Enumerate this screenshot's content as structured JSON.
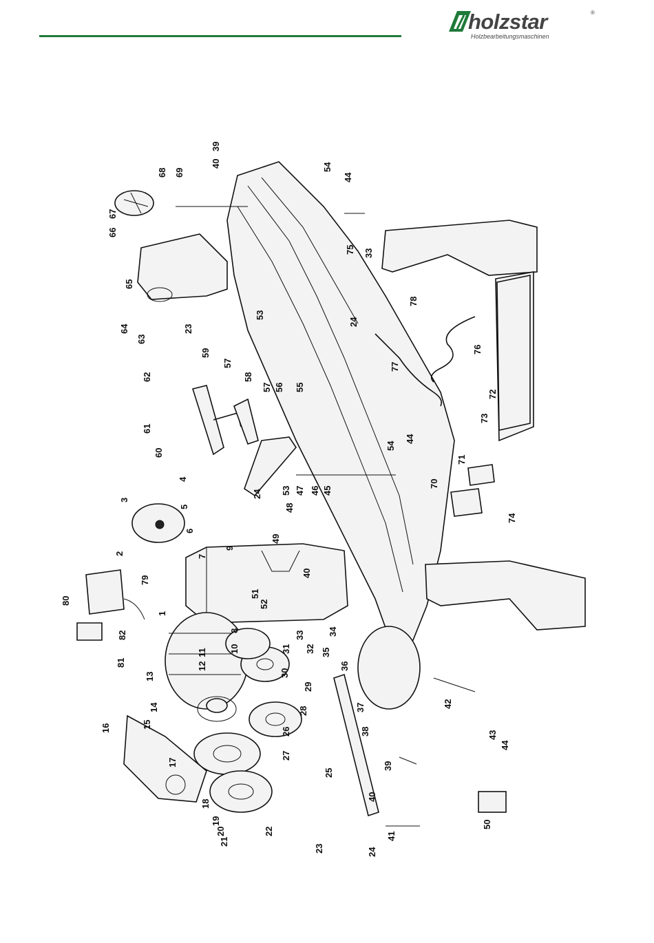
{
  "header": {
    "brand": "holzstar",
    "tagline": "Holzbearbeitungsmaschinen",
    "registered": "®",
    "accent_color": "#1f7a3a"
  },
  "diagram": {
    "description_icon": "exploded-parts-diagram",
    "labels": [
      "1",
      "2",
      "3",
      "4",
      "5",
      "6",
      "7",
      "8",
      "9",
      "10",
      "11",
      "12",
      "13",
      "14",
      "15",
      "16",
      "17",
      "18",
      "19",
      "20",
      "21",
      "22",
      "23",
      "23",
      "24",
      "24",
      "24",
      "25",
      "26",
      "27",
      "28",
      "29",
      "30",
      "31",
      "32",
      "33",
      "33",
      "34",
      "35",
      "36",
      "37",
      "38",
      "39",
      "39",
      "40",
      "40",
      "40",
      "41",
      "42",
      "43",
      "44",
      "44",
      "44",
      "45",
      "46",
      "47",
      "48",
      "49",
      "50",
      "51",
      "52",
      "53",
      "53",
      "54",
      "54",
      "55",
      "56",
      "57",
      "57",
      "58",
      "59",
      "60",
      "61",
      "62",
      "63",
      "64",
      "65",
      "66",
      "67",
      "68",
      "69",
      "70",
      "71",
      "72",
      "73",
      "74",
      "75",
      "76",
      "77",
      "78",
      "79",
      "80",
      "81",
      "82"
    ]
  }
}
